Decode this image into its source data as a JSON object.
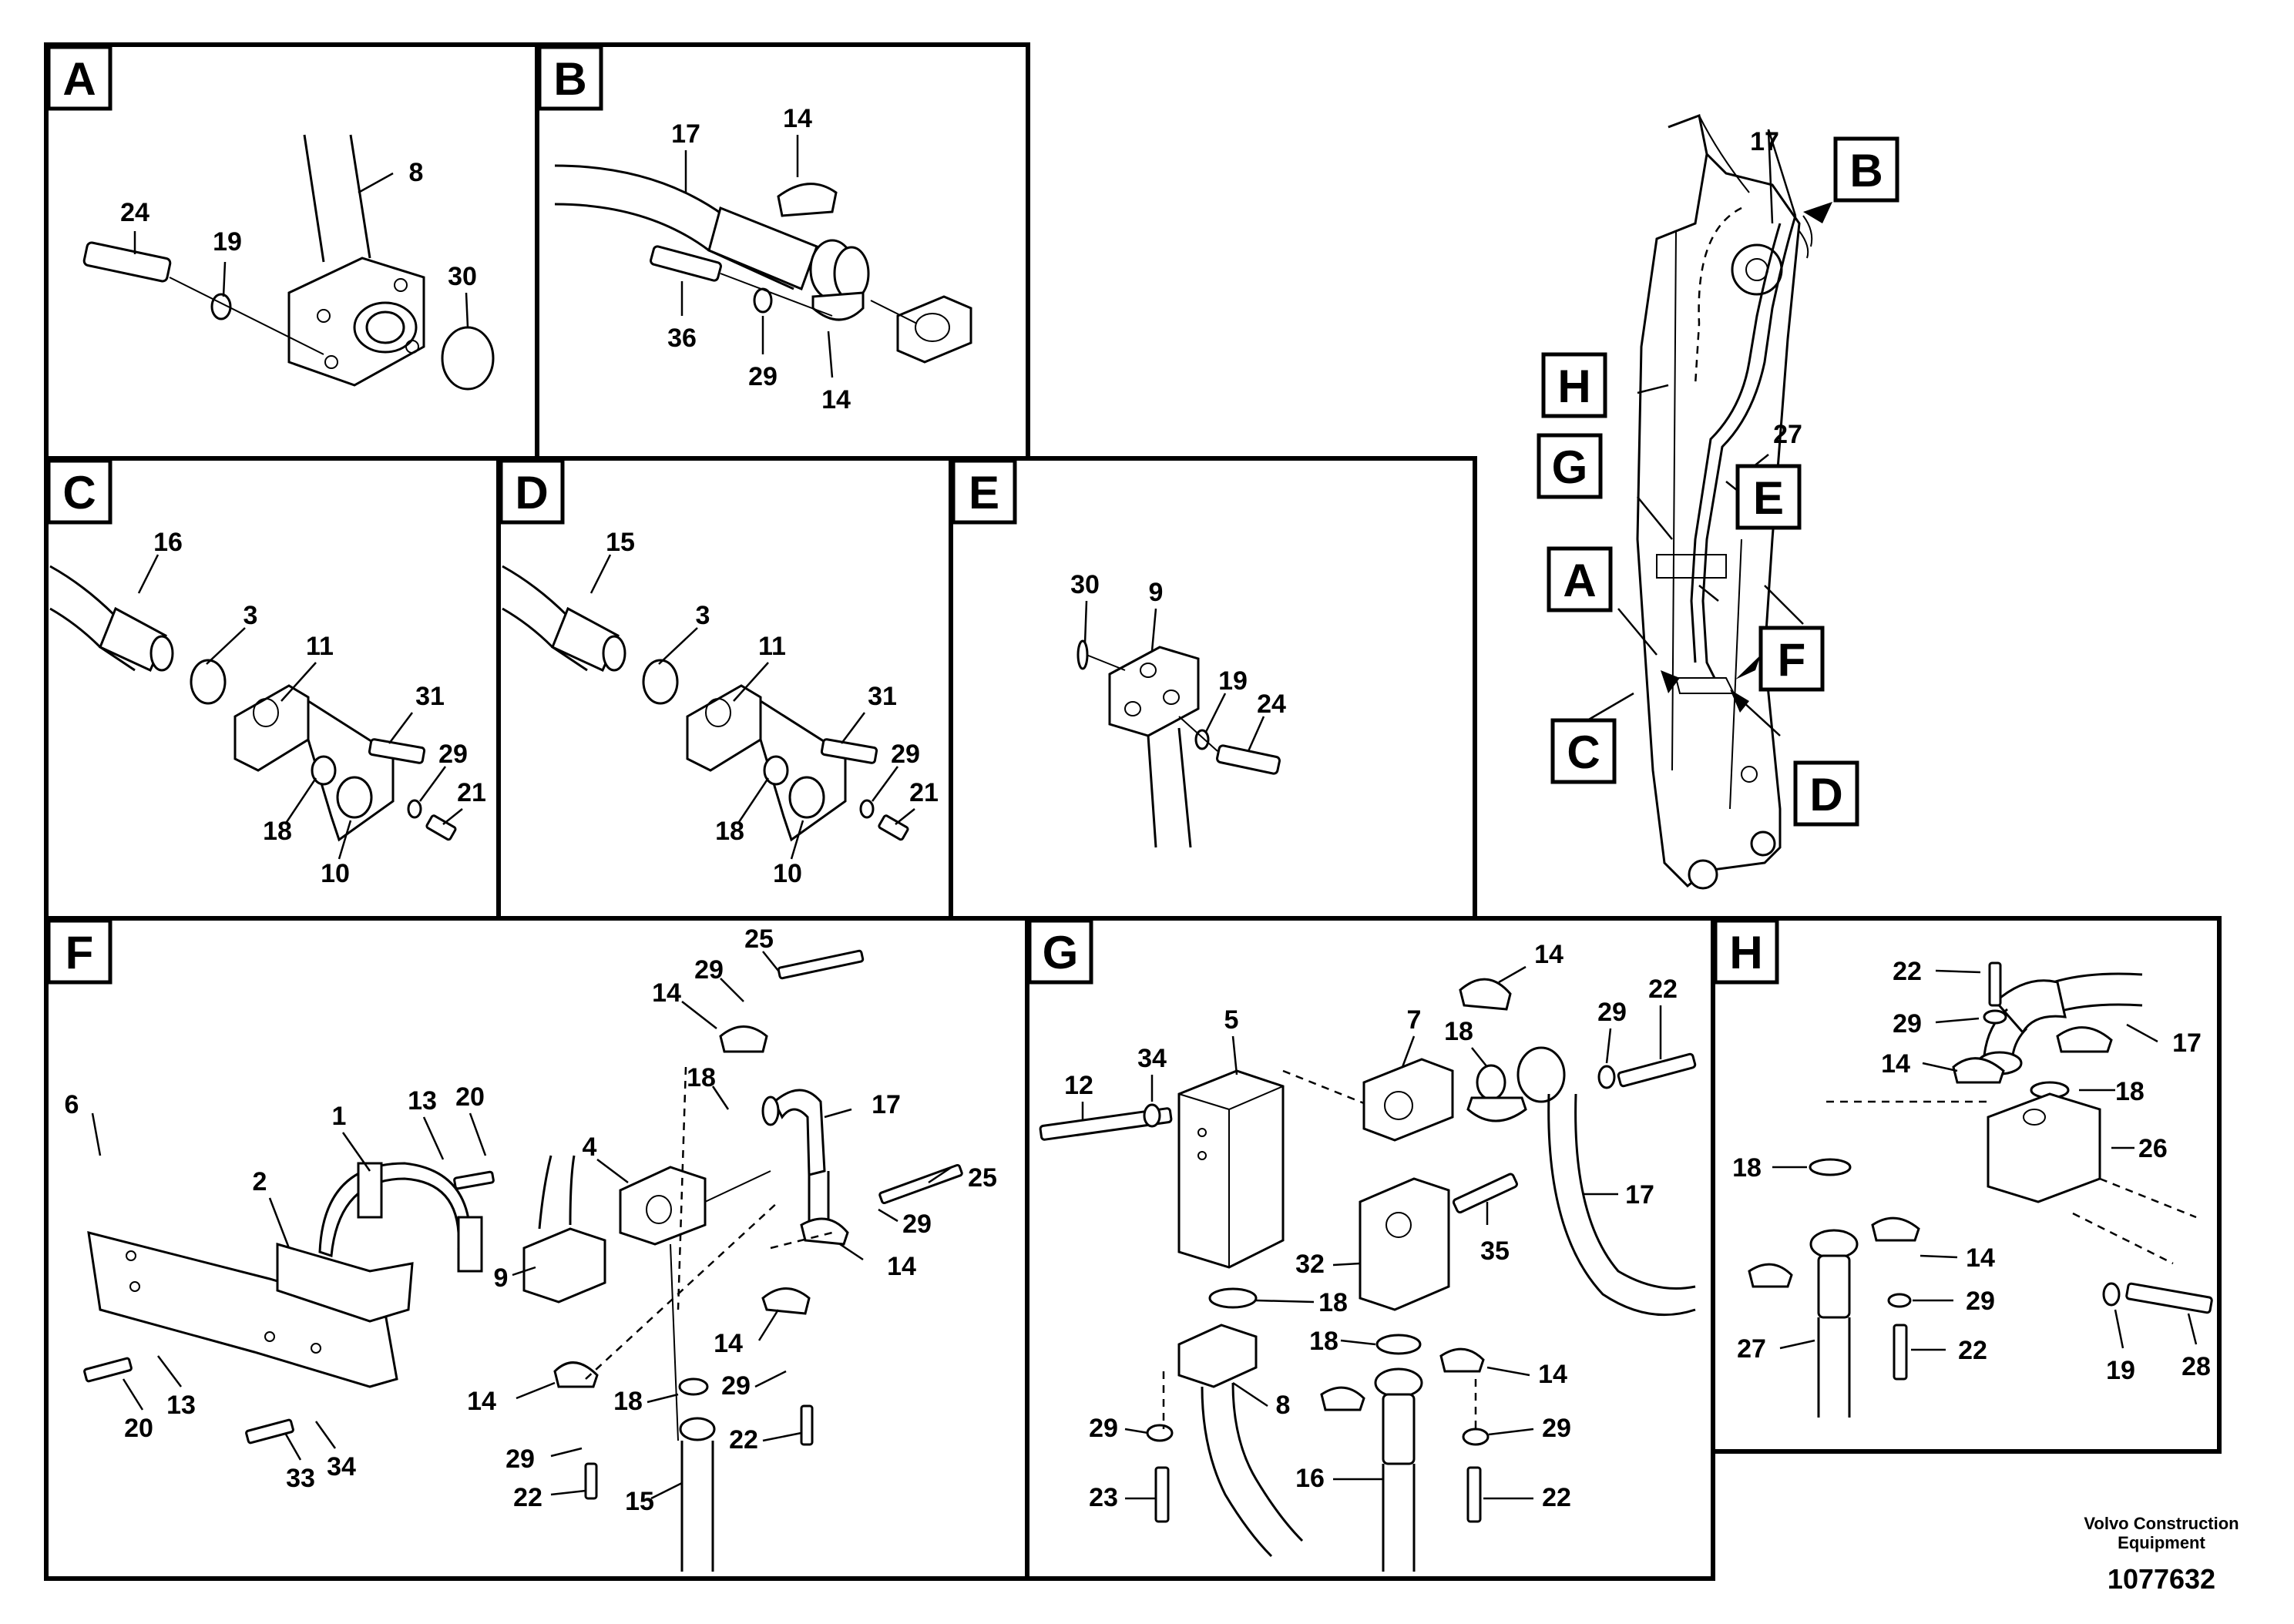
{
  "panels": {
    "A": {
      "badge": "A",
      "callouts": [
        "24",
        "19",
        "8",
        "30"
      ]
    },
    "B": {
      "badge": "B",
      "callouts": [
        "17",
        "14",
        "36",
        "29",
        "14"
      ]
    },
    "C": {
      "badge": "C",
      "callouts": [
        "16",
        "3",
        "11",
        "31",
        "29",
        "21",
        "18",
        "10"
      ]
    },
    "D": {
      "badge": "D",
      "callouts": [
        "15",
        "3",
        "11",
        "31",
        "29",
        "21",
        "18",
        "10"
      ]
    },
    "E": {
      "badge": "E",
      "callouts": [
        "30",
        "9",
        "19",
        "24"
      ]
    },
    "F": {
      "badge": "F",
      "callouts": [
        "1",
        "13",
        "20",
        "2",
        "6",
        "20",
        "13",
        "33",
        "34",
        "9",
        "4",
        "25",
        "29",
        "14",
        "18",
        "17",
        "25",
        "29",
        "14",
        "14",
        "29",
        "14",
        "18",
        "29",
        "22",
        "22",
        "15"
      ]
    },
    "G": {
      "badge": "G",
      "callouts": [
        "5",
        "34",
        "12",
        "7",
        "18",
        "14",
        "29",
        "22",
        "17",
        "18",
        "32",
        "35",
        "18",
        "29",
        "23",
        "8",
        "14",
        "29",
        "16",
        "22"
      ]
    },
    "H": {
      "badge": "H",
      "callouts": [
        "22",
        "29",
        "14",
        "17",
        "18",
        "26",
        "18",
        "14",
        "29",
        "27",
        "22",
        "19",
        "28"
      ]
    }
  },
  "overview": {
    "badges": [
      "B",
      "H",
      "G",
      "E",
      "A",
      "F",
      "C",
      "D"
    ],
    "callouts": [
      "17",
      "27"
    ]
  },
  "footer": {
    "company_line1": "Volvo Construction",
    "company_line2": "Equipment",
    "doc_number": "1077632"
  }
}
